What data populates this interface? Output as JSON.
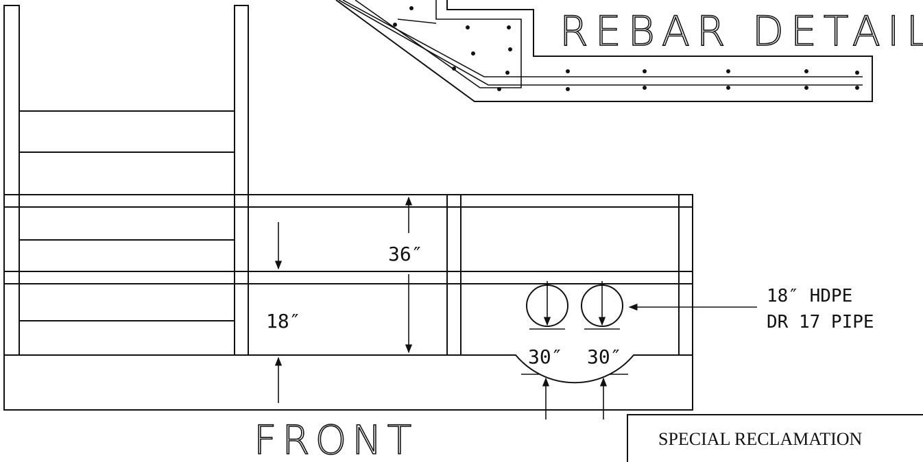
{
  "drawing": {
    "rebar_title": "REBAR DETAIL",
    "front_label": "FRONT",
    "dimensions": {
      "height_upper": "36″",
      "height_lower": "18″",
      "pipe_left": "30″",
      "pipe_right": "30″"
    },
    "pipe_callout": {
      "line1": "18″ HDPE",
      "line2": "DR 17 PIPE"
    },
    "title_block": {
      "text": "SPECIAL RECLAMATION"
    }
  },
  "colors": {
    "ink": "#111111",
    "paper": "#ffffff"
  }
}
